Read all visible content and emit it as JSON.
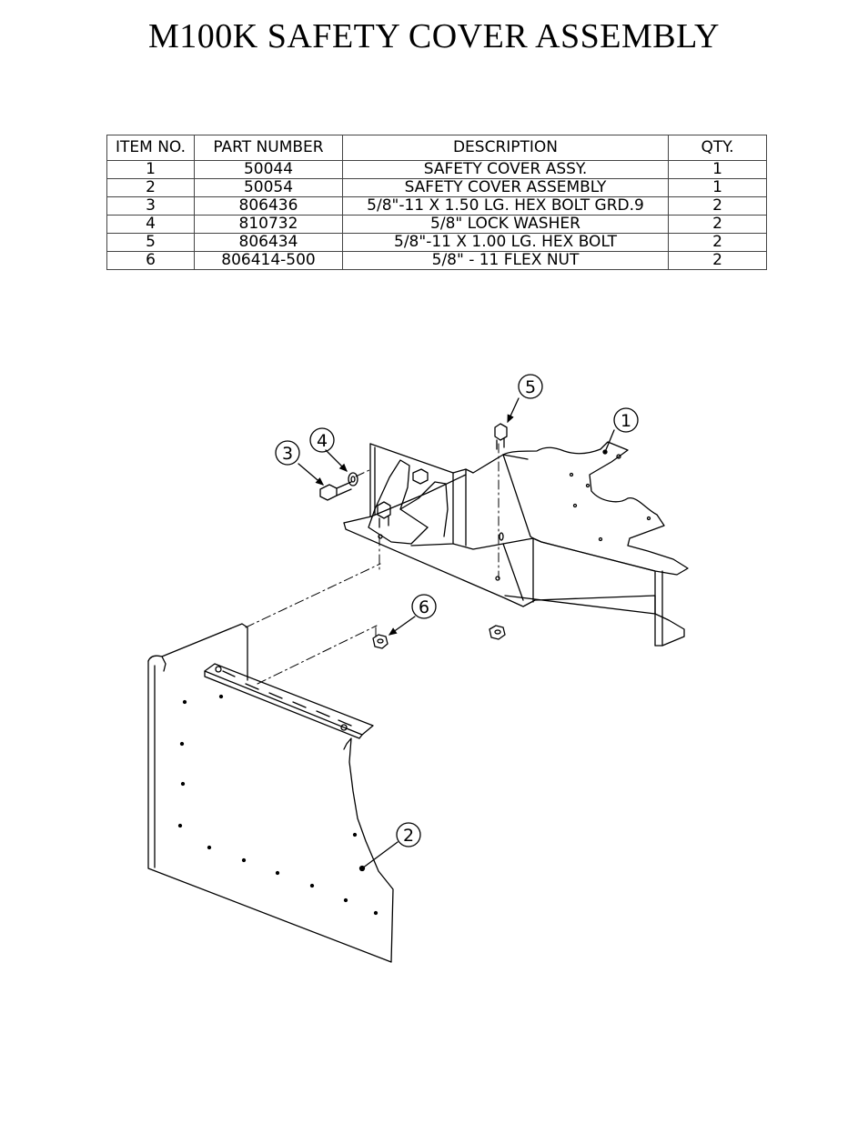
{
  "title": "M100K SAFETY COVER ASSEMBLY",
  "bom": {
    "headers": {
      "item": "ITEM NO.",
      "part": "PART NUMBER",
      "desc": "DESCRIPTION",
      "qty": "QTY."
    },
    "rows": [
      {
        "item": "1",
        "part": "50044",
        "desc": "SAFETY COVER ASSY.",
        "qty": "1"
      },
      {
        "item": "2",
        "part": "50054",
        "desc": "SAFETY COVER ASSEMBLY",
        "qty": "1"
      },
      {
        "item": "3",
        "part": "806436",
        "desc": "5/8\"-11 X 1.50 LG. HEX BOLT GRD.9",
        "qty": "2"
      },
      {
        "item": "4",
        "part": "810732",
        "desc": "5/8\" LOCK WASHER",
        "qty": "2"
      },
      {
        "item": "5",
        "part": "806434",
        "desc": "5/8\"-11 X 1.00 LG. HEX BOLT",
        "qty": "2"
      },
      {
        "item": "6",
        "part": "806414-500",
        "desc": "5/8\" - 11 FLEX NUT",
        "qty": "2"
      }
    ]
  },
  "balloons": {
    "b1": "1",
    "b2": "2",
    "b3": "3",
    "b4": "4",
    "b5": "5",
    "b6": "6"
  }
}
